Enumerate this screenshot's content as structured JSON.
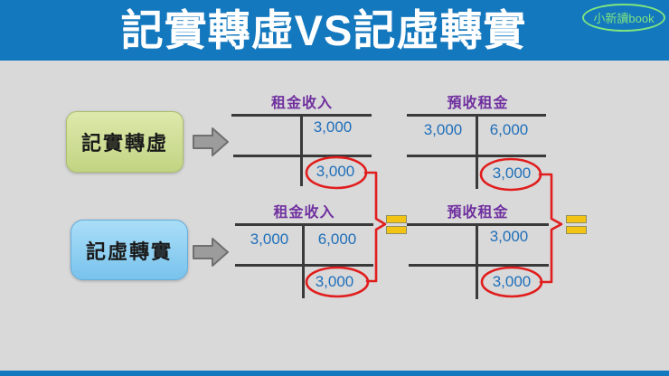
{
  "header": {
    "title": "記實轉虛VS記虛轉實",
    "badge": "小新讀book",
    "bg_color": "#1478be",
    "badge_color": "#7fe57f"
  },
  "labels": {
    "row1": "記實轉虛",
    "row2": "記虛轉實"
  },
  "accounts": {
    "top_left": {
      "title": "租金收入",
      "credit": "3,000",
      "balance": "3,000",
      "balance_side": "credit"
    },
    "top_right": {
      "title": "預收租金",
      "debit": "3,000",
      "credit": "6,000",
      "balance": "3,000",
      "balance_side": "credit"
    },
    "bottom_left": {
      "title": "租金收入",
      "debit": "3,000",
      "credit": "6,000",
      "balance": "3,000",
      "balance_side": "credit"
    },
    "bottom_right": {
      "title": "預收租金",
      "credit": "3,000",
      "balance": "3,000",
      "balance_side": "credit"
    }
  },
  "annotations": {
    "balance_circle_color": "#e11d1d",
    "brace_color": "#e11d1d",
    "equals_fill": "#f3c413",
    "equals_border": "#8f8f62",
    "title_color": "#7030a0",
    "amount_color": "#1f6fba",
    "line_color": "#3a3a3a",
    "background": "#d9d9d9"
  }
}
